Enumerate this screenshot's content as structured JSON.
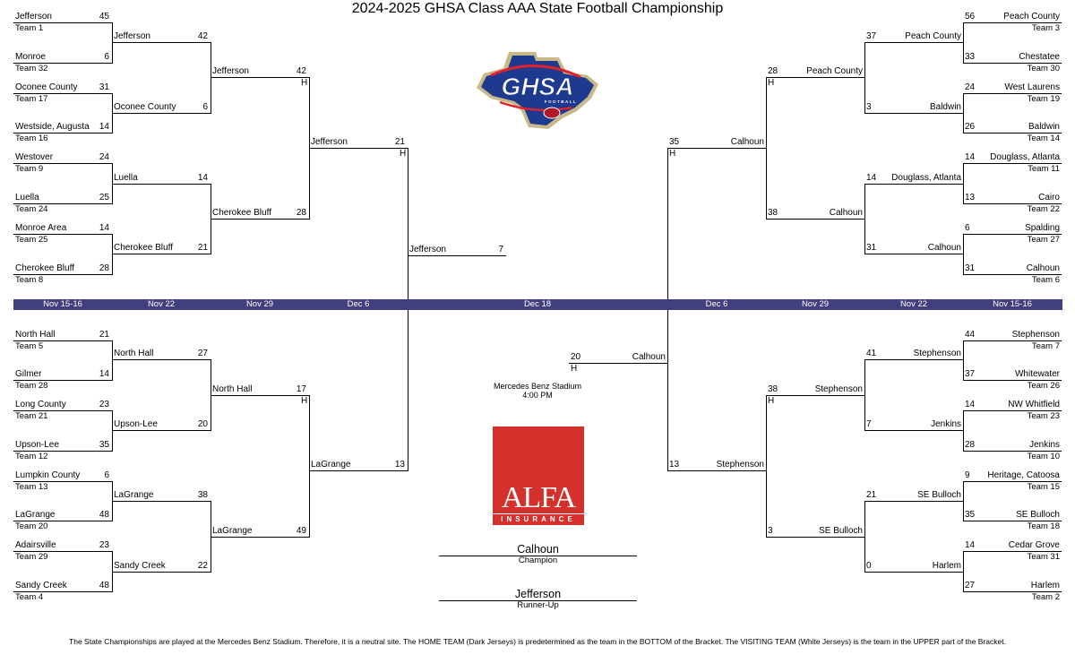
{
  "title": "2024-2025 GHSA Class AAA State Football Championship",
  "dates": [
    "Nov 15-16",
    "Nov 22",
    "Nov 29",
    "Dec 6",
    "Dec 18",
    "Dec 6",
    "Nov 29",
    "Nov 22",
    "Nov 15-16"
  ],
  "home_marker": "H",
  "bracket": {
    "top_left": {
      "r1": [
        {
          "name": "Jefferson",
          "score": "45",
          "seed": "Team 1"
        },
        {
          "name": "Monroe",
          "score": "6",
          "seed": "Team 32"
        },
        {
          "name": "Oconee County",
          "score": "31",
          "seed": "Team 17"
        },
        {
          "name": "Westside, Augusta",
          "score": "14",
          "seed": "Team 16"
        },
        {
          "name": "Westover",
          "score": "24",
          "seed": "Team 9"
        },
        {
          "name": "Luella",
          "score": "25",
          "seed": "Team 24"
        },
        {
          "name": "Monroe Area",
          "score": "14",
          "seed": "Team 25"
        },
        {
          "name": "Cherokee Bluff",
          "score": "28",
          "seed": "Team 8"
        }
      ],
      "r2": [
        {
          "name": "Jefferson",
          "score": "42"
        },
        {
          "name": "Oconee County",
          "score": "6"
        },
        {
          "name": "Luella",
          "score": "14"
        },
        {
          "name": "Cherokee Bluff",
          "score": "21"
        }
      ],
      "r3": [
        {
          "name": "Jefferson",
          "score": "42",
          "home": true
        },
        {
          "name": "Cherokee Bluff",
          "score": "28"
        }
      ],
      "r4": [
        {
          "name": "Jefferson",
          "score": "21",
          "home": true
        }
      ]
    },
    "bottom_left": {
      "r1": [
        {
          "name": "North Hall",
          "score": "21",
          "seed": "Team 5"
        },
        {
          "name": "Gilmer",
          "score": "14",
          "seed": "Team 28"
        },
        {
          "name": "Long County",
          "score": "23",
          "seed": "Team 21"
        },
        {
          "name": "Upson-Lee",
          "score": "35",
          "seed": "Team 12"
        },
        {
          "name": "Lumpkin County",
          "score": "6",
          "seed": "Team 13"
        },
        {
          "name": "LaGrange",
          "score": "48",
          "seed": "Team 20"
        },
        {
          "name": "Adairsville",
          "score": "23",
          "seed": "Team 29"
        },
        {
          "name": "Sandy Creek",
          "score": "48",
          "seed": "Team 4"
        }
      ],
      "r2": [
        {
          "name": "North Hall",
          "score": "27"
        },
        {
          "name": "Upson-Lee",
          "score": "20"
        },
        {
          "name": "LaGrange",
          "score": "38"
        },
        {
          "name": "Sandy Creek",
          "score": "22"
        }
      ],
      "r3": [
        {
          "name": "North Hall",
          "score": "17",
          "home": true
        },
        {
          "name": "LaGrange",
          "score": "49"
        }
      ],
      "r4": [
        {
          "name": "LaGrange",
          "score": "13"
        }
      ]
    },
    "top_right": {
      "r1": [
        {
          "name": "Peach County",
          "score": "56",
          "seed": "Team 3"
        },
        {
          "name": "Chestatee",
          "score": "33",
          "seed": "Team 30"
        },
        {
          "name": "West Laurens",
          "score": "24",
          "seed": "Team 19"
        },
        {
          "name": "Baldwin",
          "score": "26",
          "seed": "Team 14"
        },
        {
          "name": "Douglass, Atlanta",
          "score": "14",
          "seed": "Team 11"
        },
        {
          "name": "Cairo",
          "score": "13",
          "seed": "Team 22"
        },
        {
          "name": "Spalding",
          "score": "6",
          "seed": "Team 27"
        },
        {
          "name": "Calhoun",
          "score": "31",
          "seed": "Team 6"
        }
      ],
      "r2": [
        {
          "name": "Peach County",
          "score": "37"
        },
        {
          "name": "Baldwin",
          "score": "3"
        },
        {
          "name": "Douglass, Atlanta",
          "score": "14"
        },
        {
          "name": "Calhoun",
          "score": "31"
        }
      ],
      "r3": [
        {
          "name": "Peach County",
          "score": "28",
          "home": true
        },
        {
          "name": "Calhoun",
          "score": "38"
        }
      ],
      "r4": [
        {
          "name": "Calhoun",
          "score": "35",
          "home": true
        }
      ]
    },
    "bottom_right": {
      "r1": [
        {
          "name": "Stephenson",
          "score": "44",
          "seed": "Team 7"
        },
        {
          "name": "Whitewater",
          "score": "37",
          "seed": "Team 26"
        },
        {
          "name": "NW Whitfield",
          "score": "14",
          "seed": "Team 23"
        },
        {
          "name": "Jenkins",
          "score": "28",
          "seed": "Team 10"
        },
        {
          "name": "Heritage, Catoosa",
          "score": "9",
          "seed": "Team 15"
        },
        {
          "name": "SE Bulloch",
          "score": "35",
          "seed": "Team 18"
        },
        {
          "name": "Cedar Grove",
          "score": "14",
          "seed": "Team 31"
        },
        {
          "name": "Harlem",
          "score": "27",
          "seed": "Team 2"
        }
      ],
      "r2": [
        {
          "name": "Stephenson",
          "score": "41"
        },
        {
          "name": "Jenkins",
          "score": "7"
        },
        {
          "name": "SE Bulloch",
          "score": "21"
        },
        {
          "name": "Harlem",
          "score": "0"
        }
      ],
      "r3": [
        {
          "name": "Stephenson",
          "score": "38",
          "home": true
        },
        {
          "name": "SE Bulloch",
          "score": "3"
        }
      ],
      "r4": [
        {
          "name": "Stephenson",
          "score": "13"
        }
      ]
    },
    "final_left": {
      "name": "Jefferson",
      "score": "7"
    },
    "final_right": {
      "name": "Calhoun",
      "score": "20",
      "home": true
    }
  },
  "venue": {
    "name": "Mercedes Benz Stadium",
    "time": "4:00 PM"
  },
  "sponsor": {
    "name": "ALFA",
    "sub": "INSURANCE",
    "color": "#d4312c"
  },
  "logo": {
    "text": "GHSA",
    "sub": "FOOTBALL"
  },
  "champion": {
    "name": "Calhoun",
    "label": "Champion"
  },
  "runner_up": {
    "name": "Jefferson",
    "label": "Runner-Up"
  },
  "footer": "The State Championships are played at the Mercedes Benz Stadium. Therefore, it is a neutral site. The HOME TEAM (Dark Jerseys) is predetermined as the team in the BOTTOM of the Bracket. The VISITING TEAM (White Jerseys) is the team in the UPPER part of the Bracket."
}
